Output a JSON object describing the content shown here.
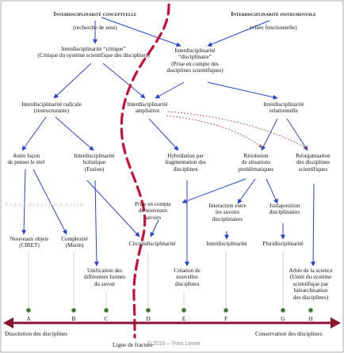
{
  "nodes": {
    "conceptual_title": "Interdisciplinarité conceptuelle",
    "conceptual_sub": "(recherche de sens)",
    "instrumental_title": "Interdisciplinarité instrumentale",
    "instrumental_sub": "(visée fonctionnelle)",
    "critique": "Interdisciplinarité “critique”\n(Critique du système scientifique des disciplines)",
    "disciplinaire": "Interdisciplinarité\n“disciplinaire”\n(Prise en compte des\ndisciplines scientifiques)",
    "radicale": "Interdisciplinarité radicale\n(restructurante)",
    "ampliative": "Interdisciplinarité\nampliative",
    "relationnelle": "Interdisciplinarité\nrelationnelle",
    "autre_facon": "Autre façon\nde penser le réel",
    "holistique": "Interdisciplinarité\nholistique\n(Fusion)",
    "hybridation": "Hybridation par\nfragmentation des\ndisciplines",
    "resolution": "Résolution\nde situations\nproblématiques",
    "reorganisation": "Réorganisation\ndes disciplines\nscientifiques",
    "prise_compte": "Prise en compte\nde nouveaux\nsavoirs",
    "interaction": "Interaction entre\nles savoirs\ndisciplinaires",
    "juxtaposition": "Juxtaposition\ndisciplinaires",
    "nouveaux_objets": "Nouveaux objets\n(CIRET)",
    "complexite": "Complexité\n(Morin)",
    "circum": "Circumdisciplinarité",
    "interdisc": "Interdisciplinarité",
    "pluri": "Pluridisciplinarité",
    "unification": "Unification des\ndifférentes formes\ndu savoir",
    "creation": "Création de\nnouvelles\ndisciplines",
    "arbre": "Arbre de la science\n(Unité du système\nscientifique par\nhiérarchisation\ndes disciplines)"
  },
  "letters": [
    "A",
    "B",
    "C",
    "D",
    "E",
    "F",
    "G",
    "H"
  ],
  "axis": {
    "left": "Dissolution des disciplines",
    "right": "Conservation des disciplines",
    "fracture": "Ligne de fracture"
  },
  "watermark": "Transdisciplinarité",
  "credit": "© 2016 – Yves Lenoir",
  "colors": {
    "arrow": "#2a44c8",
    "fracture_line": "#c8103a",
    "axis_arrow": "#8a1530",
    "dot": "#3a7d28",
    "dotted_arrow": "#b03b3b"
  }
}
